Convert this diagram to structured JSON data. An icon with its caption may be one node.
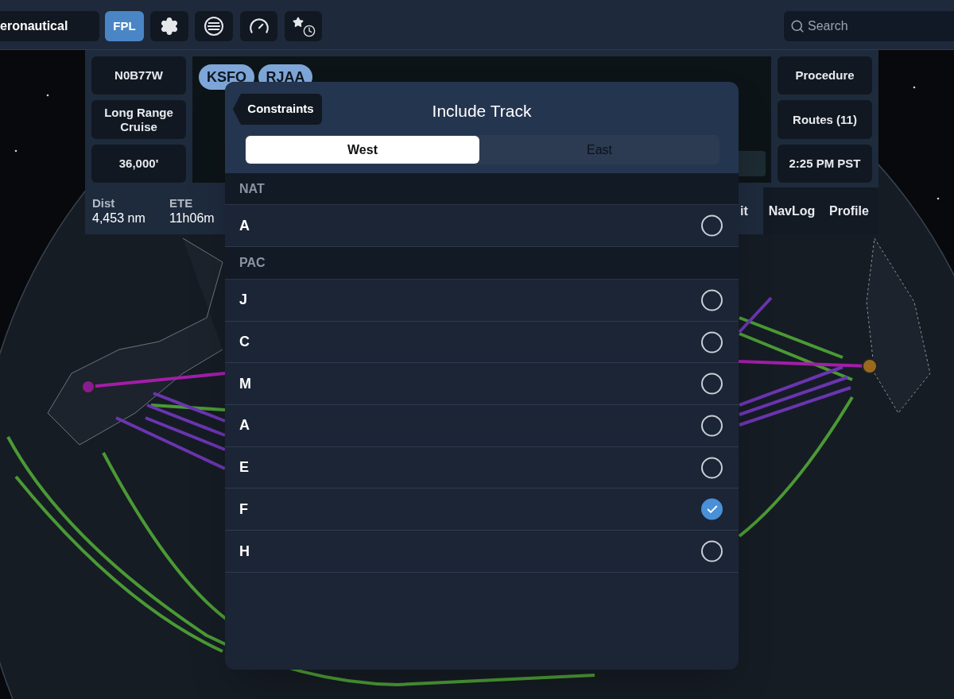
{
  "diagram": {
    "nodes": [
      {
        "text": [
          "eronautical"
        ]
      },
      {
        "text": [
          "FPL"
        ]
      },
      {
        "text": [
          "Search"
        ]
      },
      {
        "text": [
          "N0B77W"
        ]
      },
      {
        "text": [
          "Long Range Cruise"
        ]
      },
      {
        "text": [
          "36,000'"
        ]
      },
      {
        "text": [
          "KSFO"
        ]
      },
      {
        "text": [
          "RJAA"
        ]
      },
      {
        "text": [
          "Procedure"
        ]
      },
      {
        "text": [
          "Routes (11)"
        ]
      },
      {
        "text": [
          "2:25 PM PST"
        ]
      },
      {
        "text": [
          "Dist",
          "4,453 nm"
        ]
      },
      {
        "text": [
          "ETE",
          "11h06m"
        ]
      },
      {
        "text": [
          "it"
        ]
      },
      {
        "text": [
          "NavLog"
        ]
      },
      {
        "text": [
          "Profile"
        ]
      },
      {
        "text": [
          "Include Track"
        ]
      },
      {
        "text": [
          "Constraints"
        ],
        "in": 16
      },
      {
        "text": [
          "West"
        ],
        "in": 16
      },
      {
        "text": [
          "East"
        ],
        "in": 16
      },
      {
        "text": [
          "NAT"
        ],
        "in": 16
      },
      {
        "text": [
          "A"
        ],
        "in": 16
      },
      {
        "text": [
          "PAC"
        ],
        "in": 16
      },
      {
        "text": [
          "J"
        ],
        "in": 16
      },
      {
        "text": [
          "C"
        ],
        "in": 16
      },
      {
        "text": [
          "M"
        ],
        "in": 16
      },
      {
        "text": [
          "A"
        ],
        "in": 16
      },
      {
        "text": [
          "E"
        ],
        "in": 16
      },
      {
        "text": [
          "F"
        ],
        "in": 16
      },
      {
        "text": [
          "H"
        ],
        "in": 16
      }
    ]
  }
}
